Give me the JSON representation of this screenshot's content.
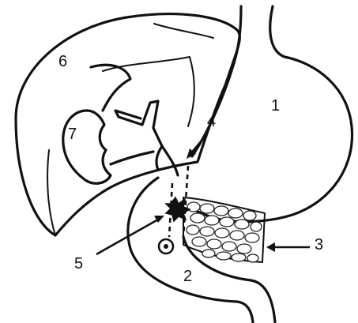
{
  "labels": {
    "n1": "1",
    "n2": "2",
    "n3": "3",
    "n4": "4",
    "n5": "5",
    "n6": "6",
    "n7": "7"
  },
  "colors": {
    "stroke": "#111111",
    "background": "#ffffff"
  }
}
